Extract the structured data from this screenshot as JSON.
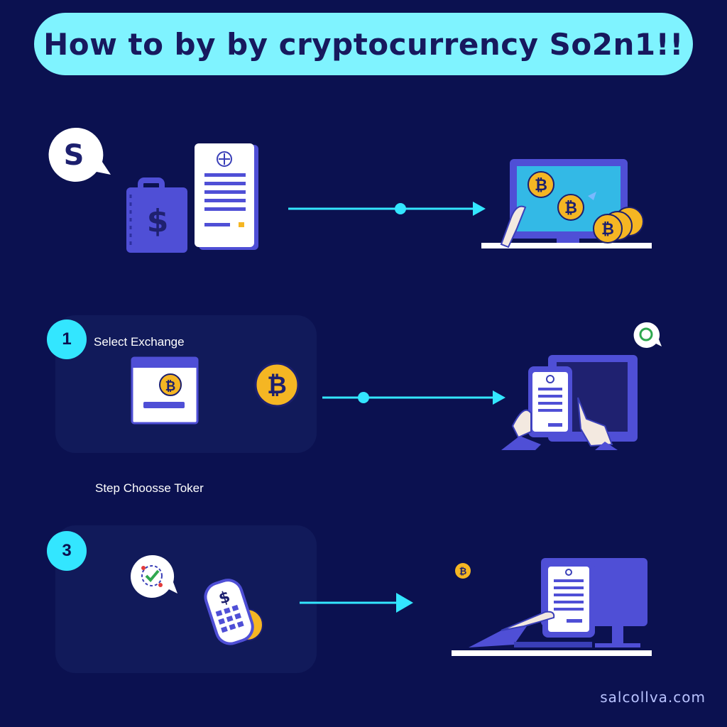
{
  "title": "How to by by cryptocurrency So2n1!!",
  "steps": [
    {
      "number": "1",
      "label": "Select Exchange"
    },
    {
      "number": "3",
      "label": ""
    }
  ],
  "middle_label": "Step Choosse Toker",
  "logo_letter": "S",
  "currency_symbol": "$",
  "watermark": "salcollva.com",
  "colors": {
    "background": "#0b1150",
    "title_pill": "#7ff3ff",
    "accent_cyan": "#33e6ff",
    "panel": "#111a5a",
    "device_purple": "#4f4fd6",
    "coin_gold": "#f5b623"
  }
}
